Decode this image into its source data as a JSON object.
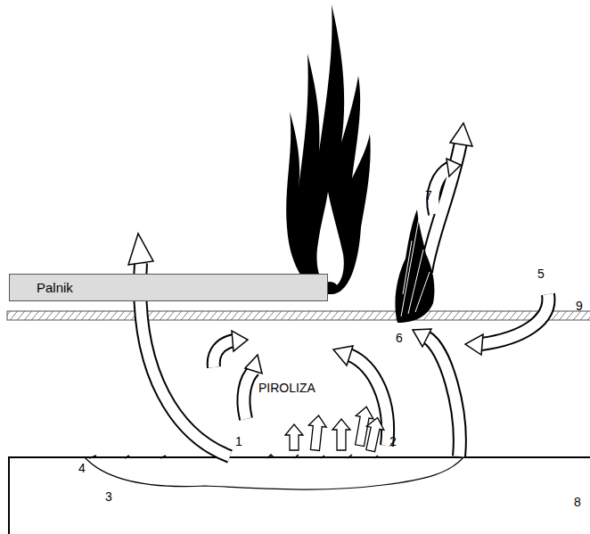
{
  "diagram": {
    "nodes": [
      {
        "text": [
          "Palnik"
        ]
      }
    ],
    "labels": [
      "PIROLIZA",
      "1",
      "2",
      "3",
      "4",
      "5",
      "6",
      "7",
      "8",
      "9"
    ]
  }
}
